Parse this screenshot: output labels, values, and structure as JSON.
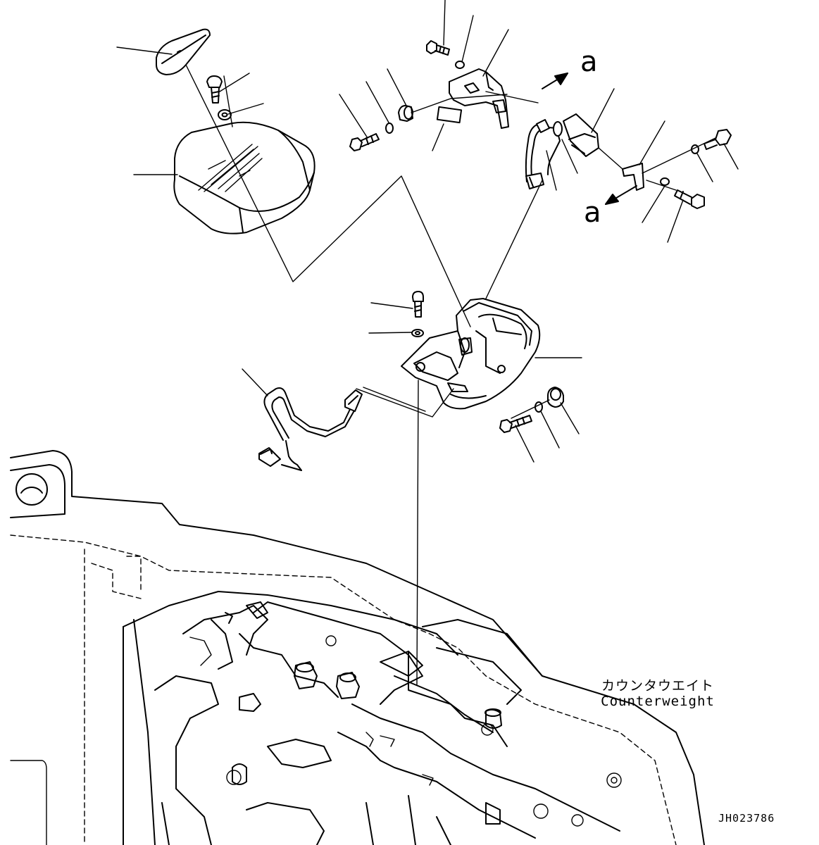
{
  "view_labels": [
    "a",
    "a"
  ],
  "counterweight": {
    "label_ja": "カウンタウエイト",
    "label_en": "Counterweight"
  },
  "drawing_code": "JH023786"
}
